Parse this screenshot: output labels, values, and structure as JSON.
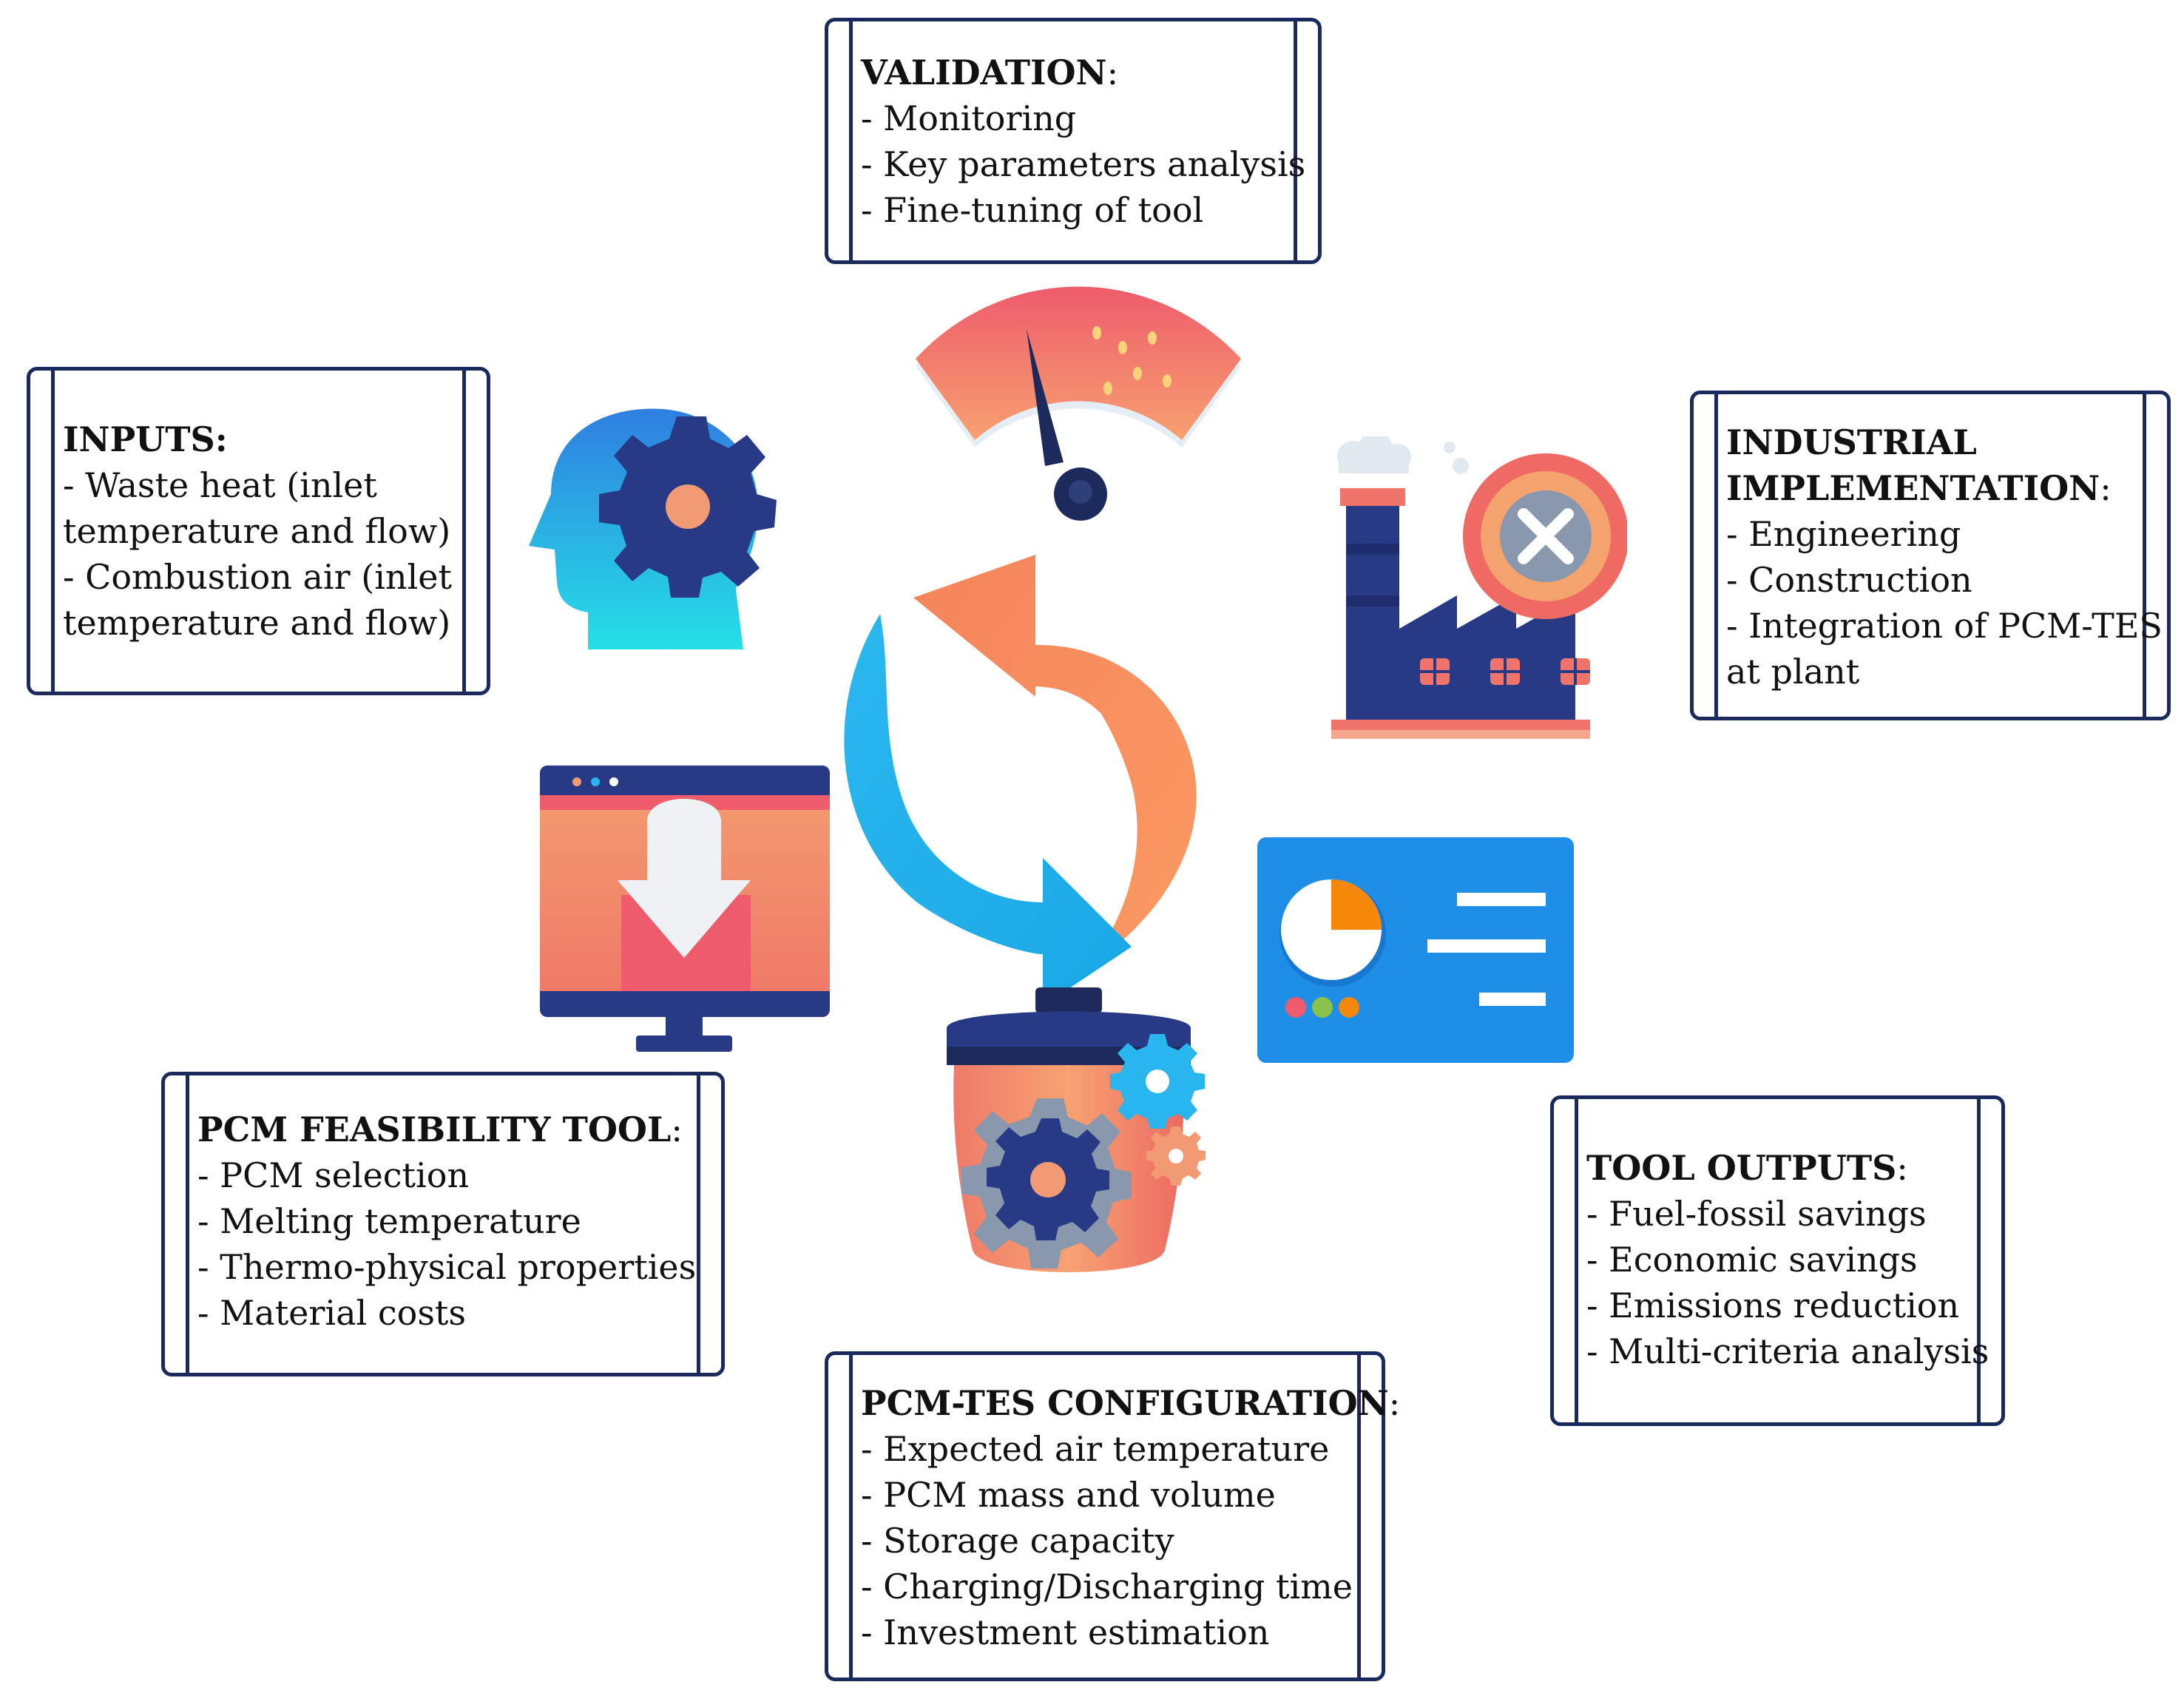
{
  "boxes": {
    "validation": {
      "title": "VALIDATION",
      "suffix": ":",
      "items": [
        "- Monitoring",
        "- Key parameters analysis",
        "- Fine-tuning of tool"
      ]
    },
    "inputs": {
      "title": "INPUTS:",
      "suffix": "",
      "items": [
        "- Waste heat (inlet",
        "temperature and flow)",
        "- Combustion air (inlet",
        "temperature and flow)"
      ]
    },
    "industrial": {
      "title_line1": "INDUSTRIAL",
      "title_line2": "IMPLEMENTATION",
      "suffix": ":",
      "items": [
        "- Engineering",
        "- Construction",
        "- Integration of PCM-TES",
        "at plant"
      ]
    },
    "feasibility": {
      "title": "PCM FEASIBILITY TOOL",
      "suffix": ":",
      "items": [
        "- PCM selection",
        "- Melting temperature",
        "- Thermo-physical properties",
        "- Material costs"
      ]
    },
    "outputs": {
      "title": "TOOL OUTPUTS",
      "suffix": ":",
      "items": [
        "- Fuel-fossil savings",
        "- Economic savings",
        "- Emissions reduction",
        "- Multi-criteria analysis"
      ]
    },
    "config": {
      "title": "PCM-TES CONFIGURATION",
      "suffix": ":",
      "items": [
        "- Expected air temperature",
        "- PCM mass and volume",
        "- Storage capacity",
        "- Charging/Discharging time",
        "- Investment estimation"
      ]
    }
  },
  "icons": {
    "head": "head-gear-icon",
    "gauge": "speedometer-gauge-icon",
    "factory": "factory-tools-icon",
    "monitor": "download-monitor-icon",
    "dashboard": "dashboard-pie-chart-icon",
    "tank": "storage-tank-gears-icon",
    "cycle": "cycle-arrows-icon"
  },
  "colors": {
    "navy": "#1b2a5e",
    "orange": "#f5845a",
    "blue": "#29b6ee",
    "coral": "#ee6a5f"
  }
}
